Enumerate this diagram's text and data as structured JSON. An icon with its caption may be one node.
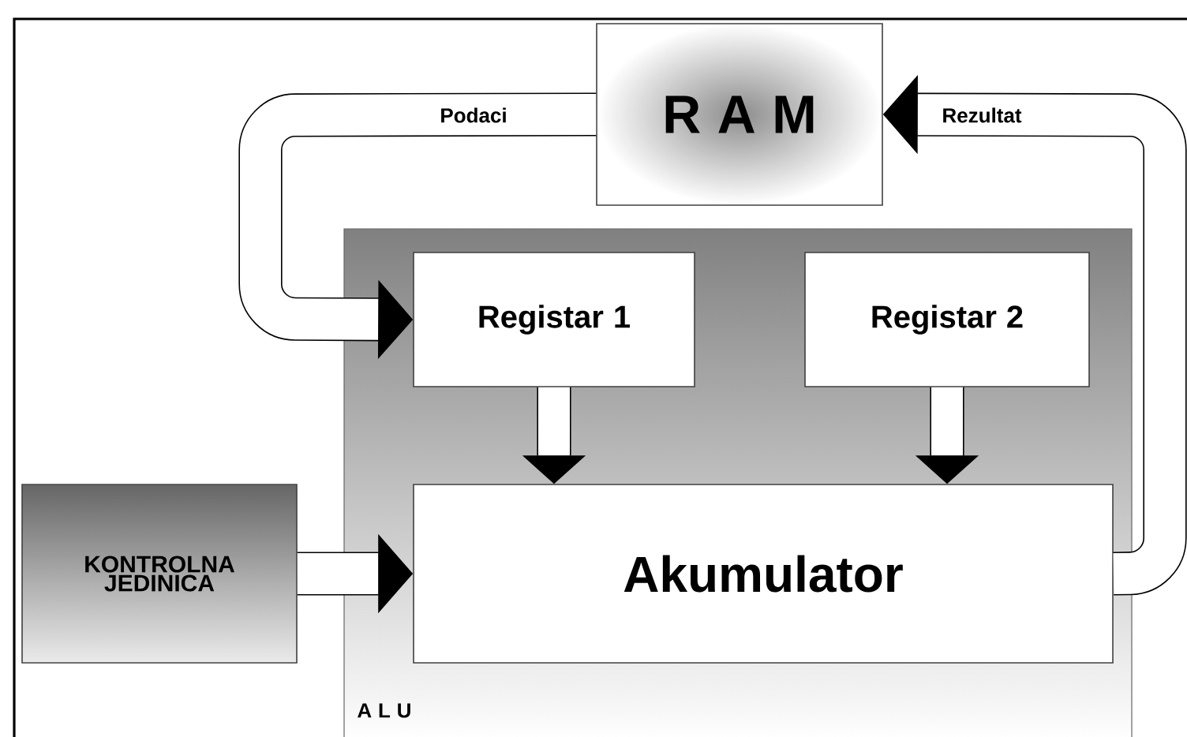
{
  "diagram": {
    "nodes": [
      {
        "text": [
          "R A M"
        ]
      },
      {
        "text": [
          "A L U"
        ]
      },
      {
        "text": [
          "Registar 1"
        ],
        "in": 1
      },
      {
        "text": [
          "Registar 2"
        ],
        "in": 1
      },
      {
        "text": [
          "Akumulator"
        ],
        "in": 1
      },
      {
        "text": [
          "KONTROLNA JEDINICA"
        ]
      }
    ],
    "edges": [
      {
        "from": 0,
        "to": 2,
        "arrow": "to",
        "label": "Podaci"
      },
      {
        "from": 4,
        "to": 0,
        "arrow": "to",
        "label": "Rezultat"
      },
      {
        "from": 2,
        "to": 4,
        "arrow": "to"
      },
      {
        "from": 3,
        "to": 4,
        "arrow": "to"
      },
      {
        "from": 5,
        "to": 4,
        "arrow": "to"
      }
    ]
  }
}
